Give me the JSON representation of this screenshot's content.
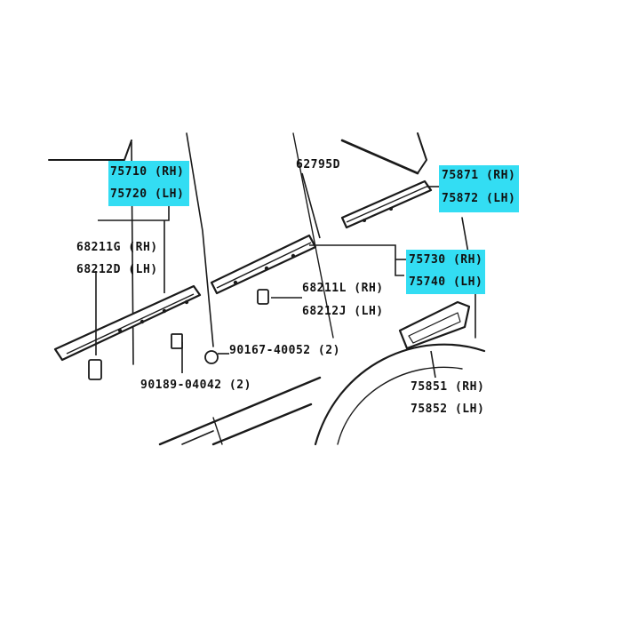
{
  "colors": {
    "highlight": "#33ddf3",
    "line": "#1a1a1a",
    "background": "#ffffff"
  },
  "parts": {
    "p75710": "75710 (RH)",
    "p75720": "75720 (LH)",
    "p68211g": "68211G (RH)",
    "p68212d": "68212D (LH)",
    "p62795d": "62795D",
    "p75871": "75871 (RH)",
    "p75872": "75872 (LH)",
    "p75730": "75730 (RH)",
    "p75740": "75740 (LH)",
    "p68211l": "68211L (RH)",
    "p68212j": "68212J (LH)",
    "p90167": "90167-40052 (2)",
    "p90189": "90189-04042 (2)",
    "p75851": "75851 (RH)",
    "p75852": "75852 (LH)"
  }
}
